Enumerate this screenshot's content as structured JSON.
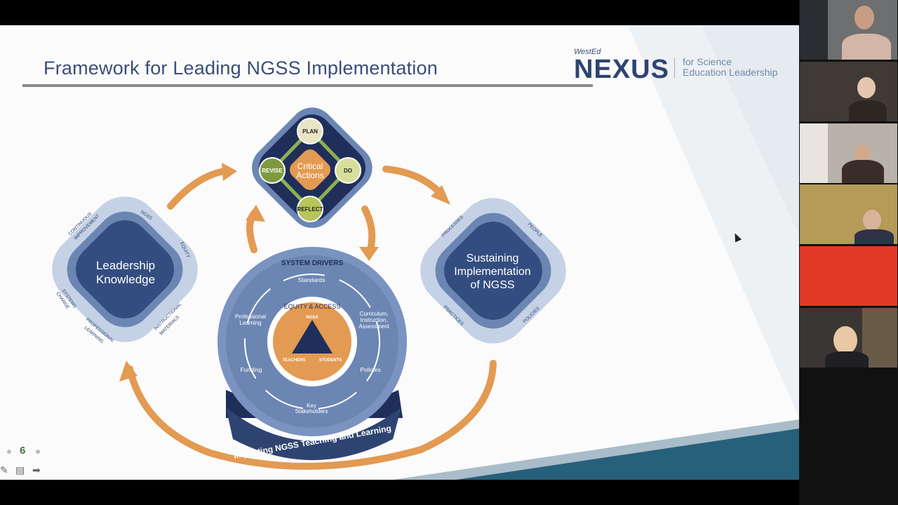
{
  "slide": {
    "title": "Framework for Leading NGSS Implementation",
    "page_number": "6",
    "logo": {
      "wested": "WestEd",
      "nexus": "NEXUS",
      "tagline_1": "for Science",
      "tagline_2": "Education Leadership"
    },
    "diagram": {
      "leadership": {
        "title_1": "Leadership",
        "title_2": "Knowledge",
        "ring_labels": [
          "NGSS",
          "EQUITY",
          "INSTRUCTIONAL",
          "MATERIALS",
          "PROFESSIONAL",
          "LEARNING",
          "SYSTEMS",
          "CHANGE",
          "CONTINUOUS",
          "IMPROVEMENT"
        ]
      },
      "critical_actions": {
        "center_1": "Critical",
        "center_2": "Actions",
        "plan": "PLAN",
        "do": "DO",
        "reflect": "REFLECT",
        "revise": "REVISE"
      },
      "sustaining": {
        "title_1": "Sustaining",
        "title_2": "Implementation",
        "title_3": "of NGSS",
        "ring_labels": [
          "PROCESSES",
          "PEOPLE",
          "POLICIES",
          "PRACTICES"
        ]
      },
      "system_drivers": {
        "heading": "SYSTEM DRIVERS",
        "standards": "Standards",
        "curriculum_1": "Curriculum,",
        "curriculum_2": "Instruction,",
        "curriculum_3": "Assessment",
        "policies": "Policies",
        "stakeholders_1": "Key",
        "stakeholders_2": "Stakeholders",
        "funding": "Funding",
        "prof_1": "Professional",
        "prof_2": "Learning",
        "equity": "EQUITY & ACCESS",
        "ngss": "NGSS",
        "teachers": "TEACHERS",
        "students": "STUDENTS",
        "banner": "Impacting NGSS Teaching and Learning"
      }
    }
  },
  "colors": {
    "navy": "#2e4470",
    "mid_blue": "#6c86b4",
    "light_blue": "#b9c8e0",
    "orange": "#e39a52",
    "olive": "#7d9a3e",
    "cream": "#e8e4c4"
  },
  "toolbar": {
    "icons": [
      "pen-icon",
      "notes-icon",
      "next-arrow-icon"
    ]
  },
  "gallery": {
    "participants": [
      "participant-1",
      "participant-2",
      "participant-3",
      "participant-4",
      "participant-5",
      "participant-6"
    ]
  }
}
